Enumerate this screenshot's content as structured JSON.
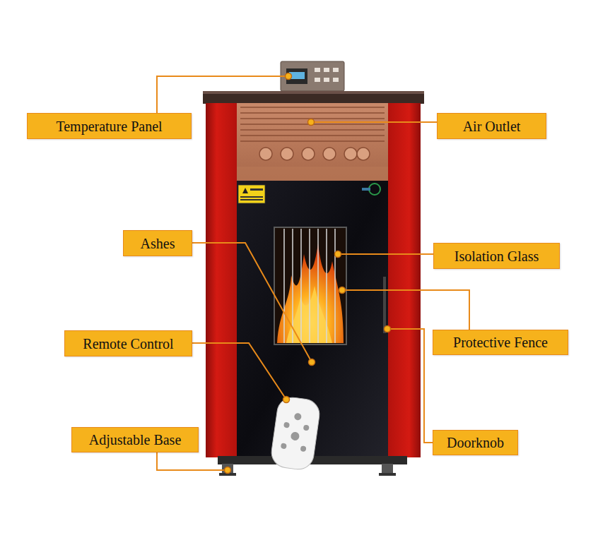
{
  "diagram": {
    "nodes": [
      {
        "text": [
          "Temperature Panel"
        ]
      },
      {
        "text": [
          "Air Outlet"
        ]
      },
      {
        "text": [
          "Ashes"
        ]
      },
      {
        "text": [
          "Isolation Glass"
        ]
      },
      {
        "text": [
          "Remote Control"
        ]
      },
      {
        "text": [
          "Protective Fence"
        ]
      },
      {
        "text": [
          "Adjustable Base"
        ]
      },
      {
        "text": [
          "Doorknob"
        ]
      }
    ]
  }
}
